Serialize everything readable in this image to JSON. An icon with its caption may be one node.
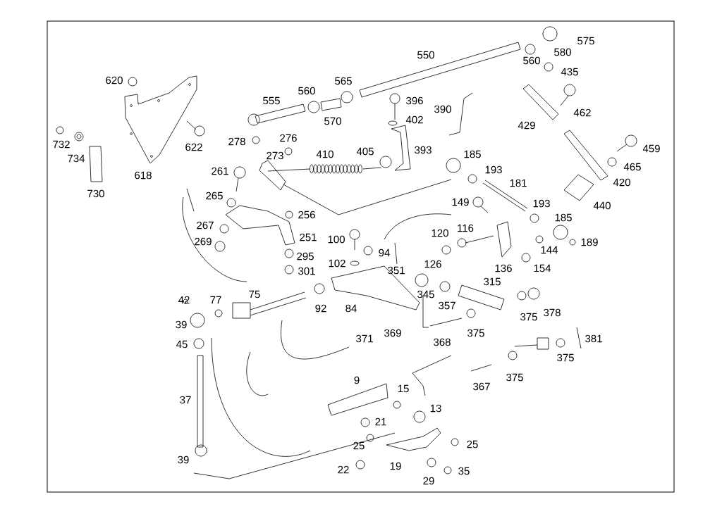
{
  "diagram": {
    "labels": [
      "575",
      "550",
      "580",
      "560",
      "435",
      "620",
      "565",
      "555",
      "560",
      "396",
      "390",
      "462",
      "402",
      "570",
      "429",
      "276",
      "278",
      "732",
      "622",
      "459",
      "405",
      "393",
      "410",
      "185",
      "273",
      "734",
      "193",
      "465",
      "618",
      "261",
      "181",
      "420",
      "730",
      "265",
      "149",
      "193",
      "440",
      "256",
      "185",
      "120",
      "116",
      "267",
      "251",
      "100",
      "189",
      "144",
      "269",
      "94",
      "295",
      "102",
      "126",
      "136",
      "154",
      "351",
      "301",
      "315",
      "345",
      "75",
      "42",
      "77",
      "357",
      "92",
      "84",
      "378",
      "375",
      "39",
      "369",
      "375",
      "371",
      "381",
      "45",
      "368",
      "375",
      "375",
      "9",
      "367",
      "15",
      "37",
      "13",
      "21",
      "25",
      "25",
      "39",
      "19",
      "22",
      "35",
      "29"
    ]
  }
}
